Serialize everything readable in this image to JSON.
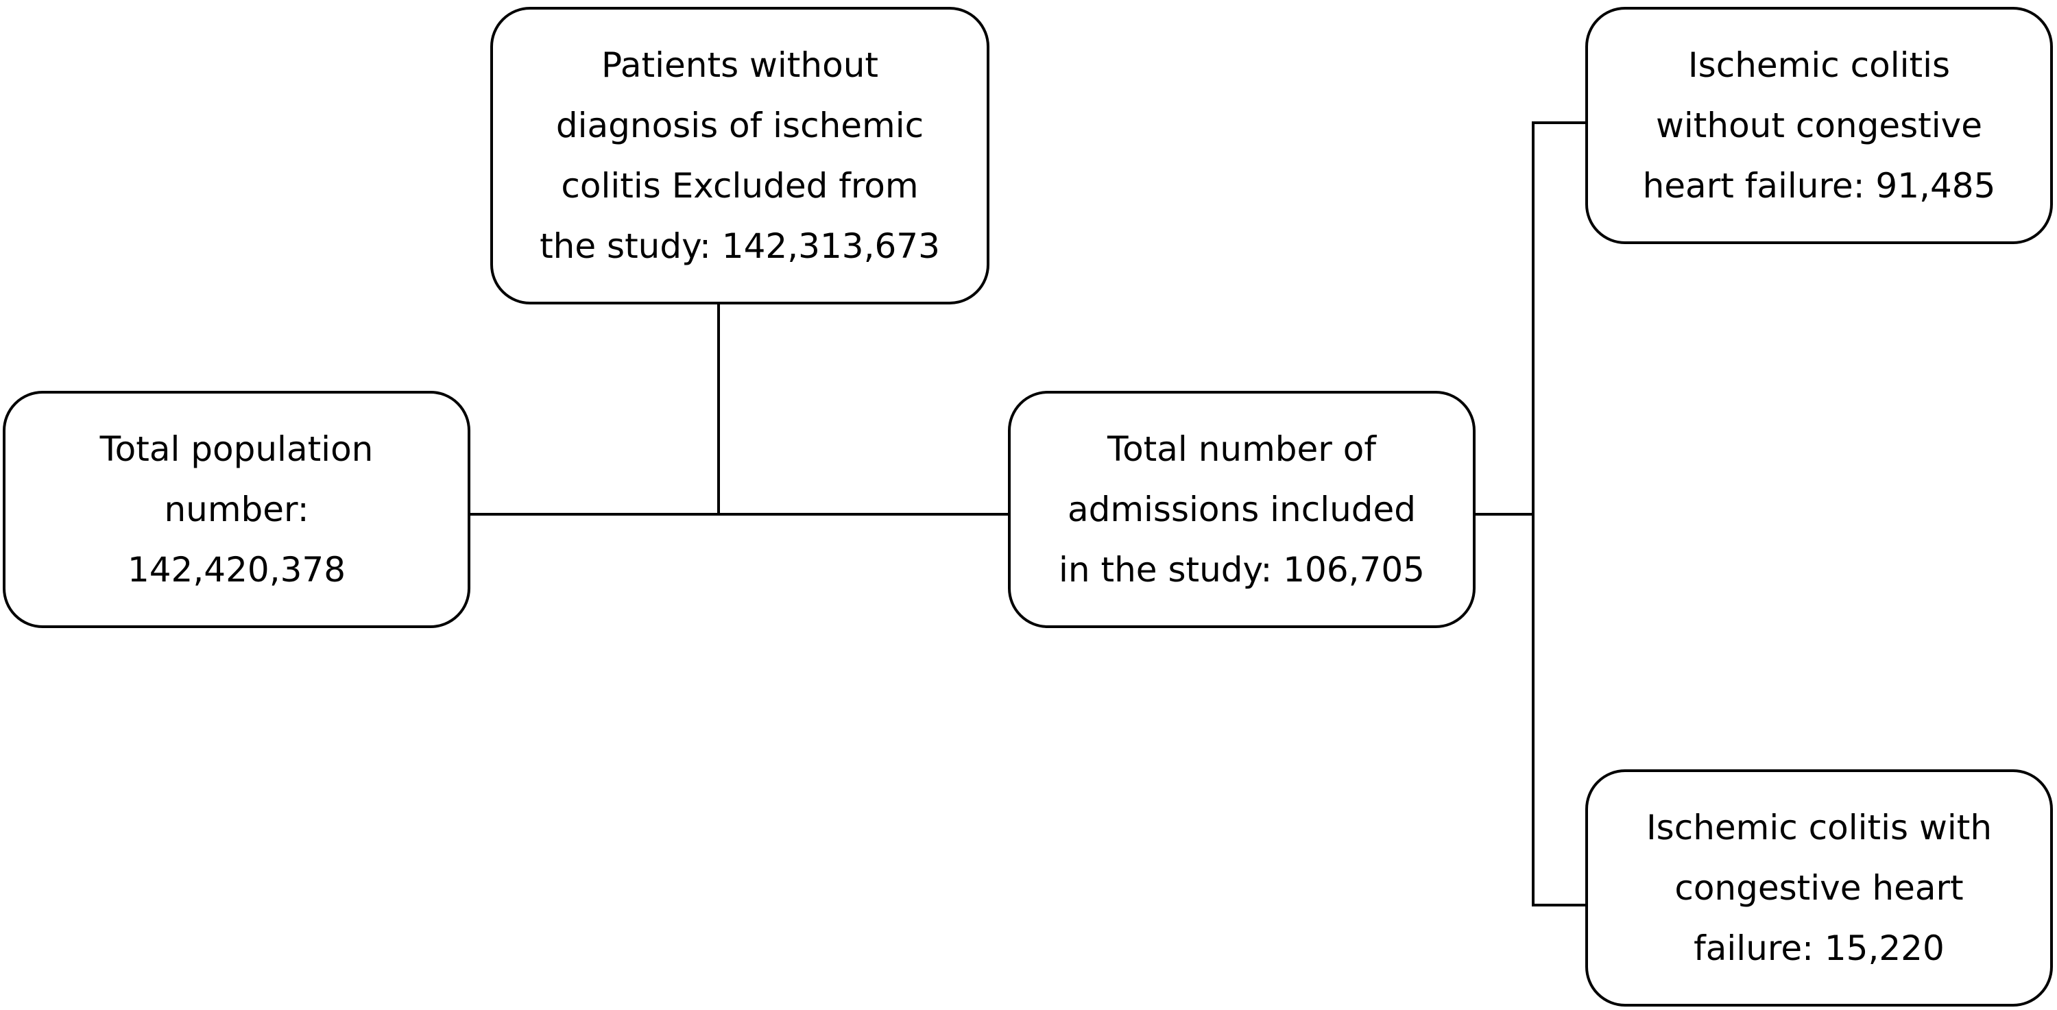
{
  "boxes": {
    "total_population": "Total population\nnumber:\n142,420,378",
    "excluded": "Patients without\ndiagnosis of ischemic\ncolitis Excluded from\nthe study: 142,313,673",
    "included": "Total number of\nadmissions included\nin the study: 106,705",
    "without_chf": "Ischemic colitis\nwithout congestive\nheart failure: 91,485",
    "with_chf": "Ischemic colitis with\ncongestive heart\nfailure: 15,220"
  },
  "colors": {
    "stroke": "#000000",
    "background": "#ffffff"
  }
}
